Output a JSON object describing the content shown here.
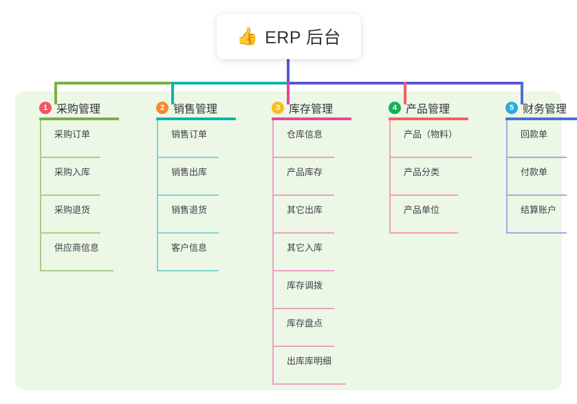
{
  "root": {
    "icon": "thumbs-up-icon",
    "emoji": "👍",
    "title": "ERP 后台"
  },
  "panel": {
    "background": "#ecf7e6"
  },
  "connectors": {
    "stem_color": "#5856d6",
    "bus_colors": [
      "#79b044",
      "#0bb5ad",
      "#5856d6"
    ],
    "drop_colors": [
      "#79b044",
      "#0bb5ad",
      "#e8449b",
      "#f4615c",
      "#4a6fd4"
    ]
  },
  "columns": [
    {
      "number": "1",
      "title": "采购管理",
      "badge_color": "#f2566a",
      "line_color": "#79b044",
      "item_line_color": "#a8cd84",
      "items": [
        {
          "label": "采购订单",
          "width": 88
        },
        {
          "label": "采购入库",
          "width": 88
        },
        {
          "label": "采购退货",
          "width": 88
        },
        {
          "label": "供应商信息",
          "width": 107
        }
      ]
    },
    {
      "number": "2",
      "title": "销售管理",
      "badge_color": "#f58a2e",
      "line_color": "#0bb5ad",
      "item_line_color": "#7fd3ce",
      "items": [
        {
          "label": "销售订单",
          "width": 90
        },
        {
          "label": "销售出库",
          "width": 90
        },
        {
          "label": "销售退货",
          "width": 90
        },
        {
          "label": "客户信息",
          "width": 90
        }
      ]
    },
    {
      "number": "3",
      "title": "库存管理",
      "badge_color": "#fbbc1e",
      "line_color": "#e8449b",
      "item_line_color": "#eaa0c4",
      "items": [
        {
          "label": "仓库信息",
          "width": 90
        },
        {
          "label": "产品库存",
          "width": 90
        },
        {
          "label": "其它出库",
          "width": 90
        },
        {
          "label": "其它入库",
          "width": 90
        },
        {
          "label": "库存调拨",
          "width": 90
        },
        {
          "label": "库存盘点",
          "width": 90
        },
        {
          "label": "出库库明细",
          "width": 107
        }
      ]
    },
    {
      "number": "4",
      "title": "产品管理",
      "badge_color": "#13b356",
      "line_color": "#f4615c",
      "item_line_color": "#f6a09c",
      "items": [
        {
          "label": "产品（物料）",
          "width": 120
        },
        {
          "label": "产品分类",
          "width": 100
        },
        {
          "label": "产品单位",
          "width": 100
        }
      ]
    },
    {
      "number": "5",
      "title": "财务管理",
      "badge_color": "#29abe2",
      "line_color": "#4a6fd4",
      "item_line_color": "#9aaee4",
      "items": [
        {
          "label": "回款单",
          "width": 88
        },
        {
          "label": "付款单",
          "width": 88
        },
        {
          "label": "结算账户",
          "width": 88
        }
      ]
    }
  ]
}
